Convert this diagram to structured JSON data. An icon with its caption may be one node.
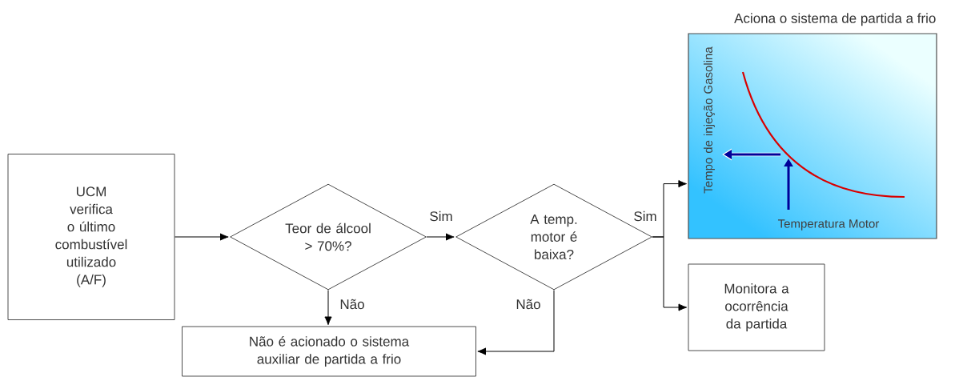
{
  "diagram": {
    "nodes": [
      {
        "text": [
          "UCM verifica o último combustível utilizado (A/F)"
        ]
      },
      {
        "text": [
          "Teor de álcool > 70%?"
        ]
      },
      {
        "text": [
          "A temp. motor é baixa?"
        ]
      },
      {
        "text": [
          "Aciona o sistema de partida a frio",
          "Tempo de injeção Gasolina",
          "Temperatura Motor"
        ]
      },
      {
        "text": [
          "Monitora a ocorrência da partida"
        ]
      },
      {
        "text": [
          "Não é acionado o sistema auxiliar de partida a frio"
        ]
      }
    ],
    "edges": [
      {
        "from": 0,
        "to": 1,
        "arrow": "to"
      },
      {
        "from": 1,
        "to": 2,
        "arrow": "to",
        "label": "Sim"
      },
      {
        "from": 2,
        "to": 3,
        "arrow": "to",
        "label": "Sim"
      },
      {
        "from": 2,
        "to": 4,
        "arrow": "to"
      },
      {
        "from": 1,
        "to": 5,
        "arrow": "to",
        "label": "Não"
      },
      {
        "from": 2,
        "to": 5,
        "arrow": "to",
        "label": "Não"
      }
    ]
  }
}
